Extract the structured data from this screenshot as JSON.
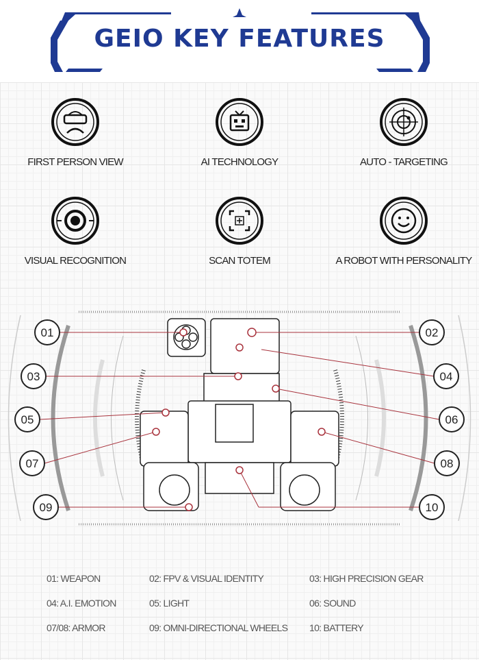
{
  "header": {
    "title": "GEIO KEY FEATURES"
  },
  "features": [
    {
      "label": "FIRST PERSON VIEW",
      "icon": "vr-headset-icon"
    },
    {
      "label": "AI TECHNOLOGY",
      "icon": "robot-tv-icon"
    },
    {
      "label": "AUTO - TARGETING",
      "icon": "radar-target-icon"
    },
    {
      "label": "VISUAL RECOGNITION",
      "icon": "eye-target-icon"
    },
    {
      "label": "SCAN TOTEM",
      "icon": "scan-frame-icon"
    },
    {
      "label": "A ROBOT WITH PERSONALITY",
      "icon": "smiley-face-icon"
    }
  ],
  "callouts": [
    "01",
    "02",
    "03",
    "04",
    "05",
    "06",
    "07",
    "08",
    "09",
    "10"
  ],
  "legend": [
    "01: WEAPON",
    "02: FPV & VISUAL IDENTITY",
    "03: HIGH PRECISION GEAR",
    "04: A.I. EMOTION",
    "05: LIGHT",
    "06: SOUND",
    "07/08: ARMOR",
    "09: OMNI-DIRECTIONAL WHEELS",
    "10: BATTERY"
  ],
  "colors": {
    "brand": "#1f3a93",
    "callout_line": "#a8323c"
  }
}
